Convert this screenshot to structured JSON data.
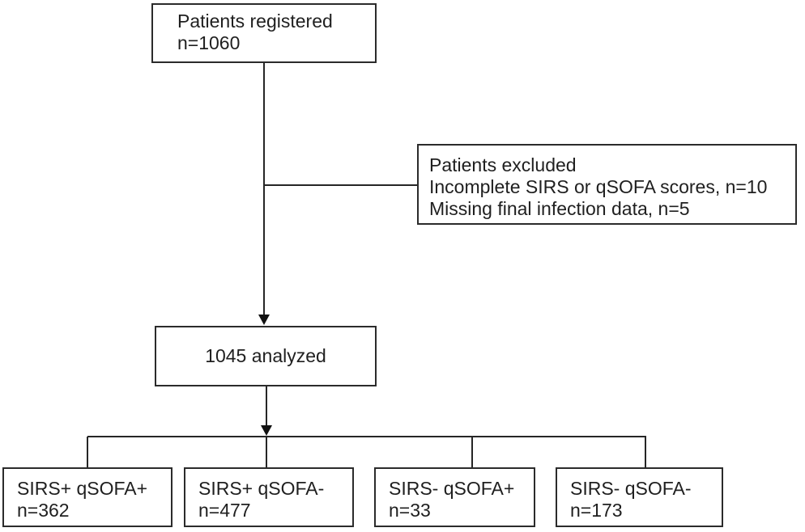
{
  "diagram": {
    "type": "patient-flow",
    "registered": {
      "line1": "Patients registered",
      "line2": "n=1060"
    },
    "excluded": {
      "title": "Patients excluded",
      "reasons": [
        "Incomplete SIRS or qSOFA scores, n=10",
        "Missing final infection data, n=5"
      ]
    },
    "analyzed": {
      "label": "1045 analyzed"
    },
    "outcomes": [
      {
        "label": "SIRS+ qSOFA+",
        "count": "n=362"
      },
      {
        "label": "SIRS+ qSOFA-",
        "count": "n=477"
      },
      {
        "label": "SIRS- qSOFA+",
        "count": "n=33"
      },
      {
        "label": "SIRS- qSOFA-",
        "count": "n=173"
      }
    ]
  },
  "colors": {
    "line": "#262626",
    "border": "#2b2b2b",
    "text": "#1f1f1f",
    "background": "#ffffff"
  }
}
